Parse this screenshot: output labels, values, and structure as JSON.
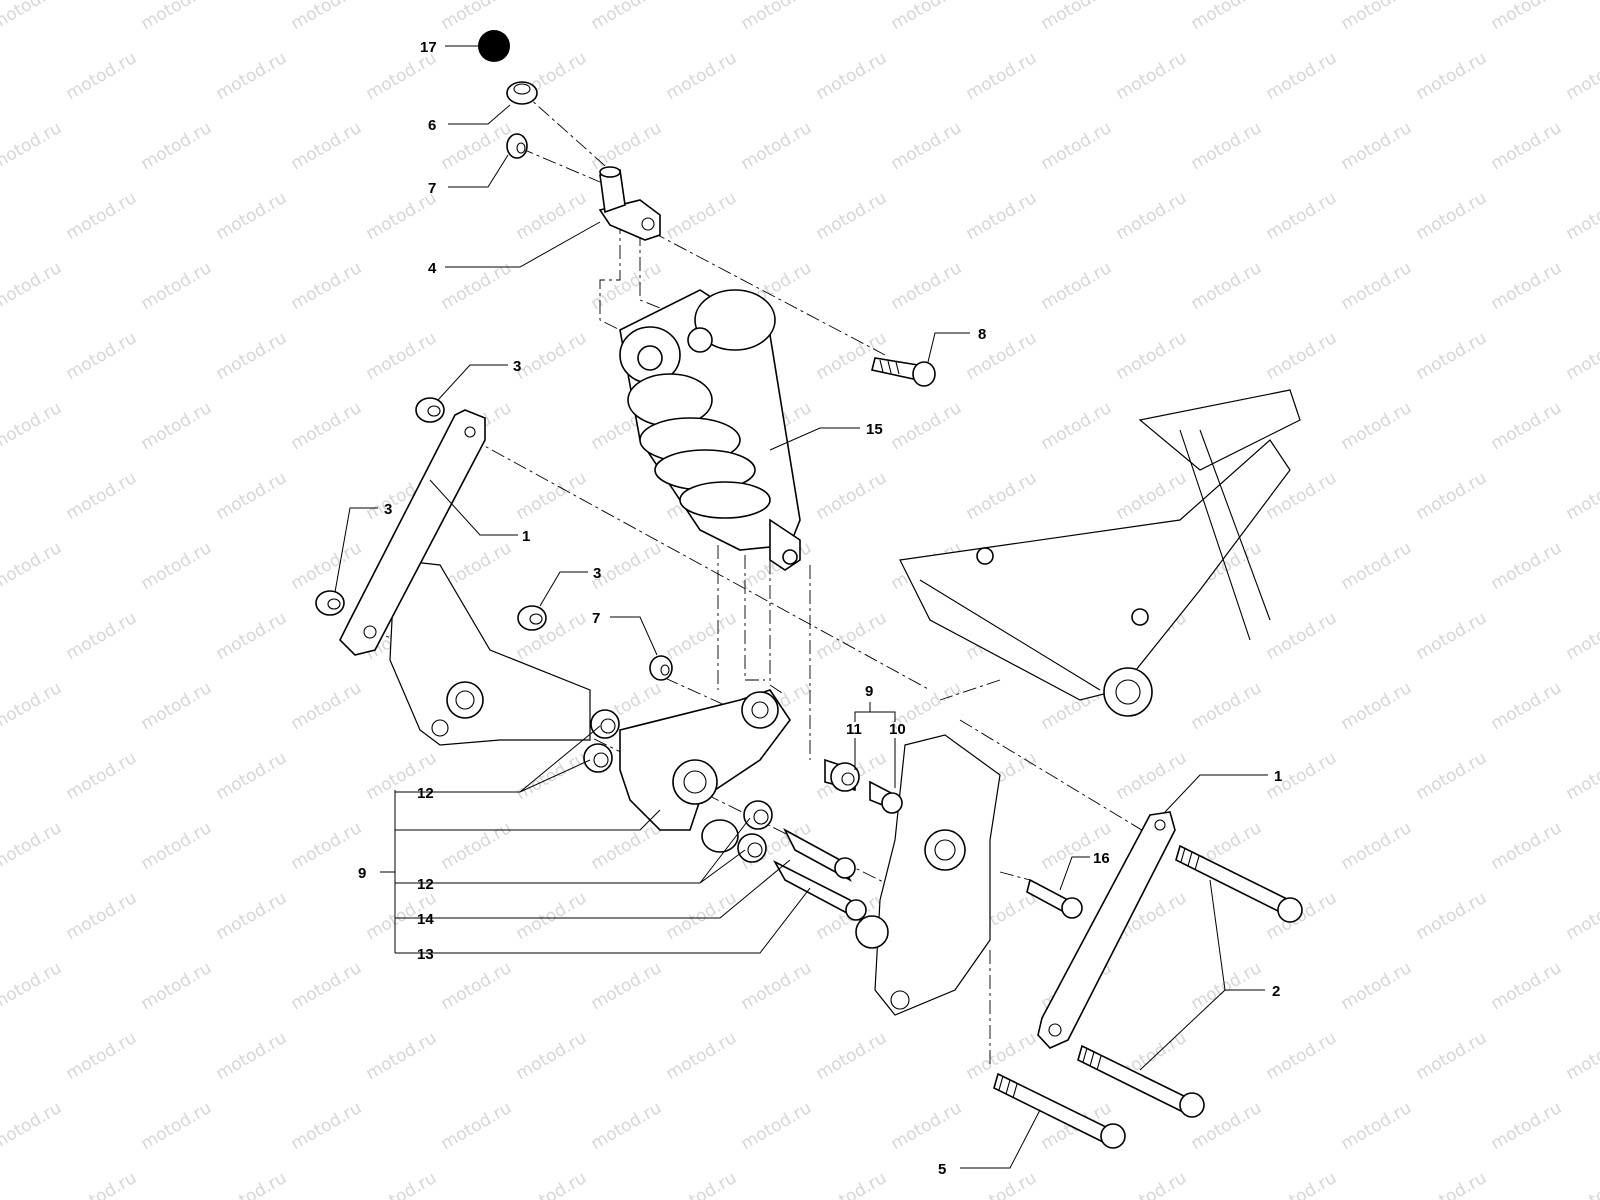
{
  "watermark": "motod.ru",
  "callouts": [
    "17",
    "6",
    "7",
    "4",
    "8",
    "3",
    "15",
    "3",
    "1",
    "3",
    "7",
    "9",
    "11",
    "10",
    "12",
    "9",
    "12",
    "14",
    "13",
    "1",
    "16",
    "2",
    "5"
  ]
}
